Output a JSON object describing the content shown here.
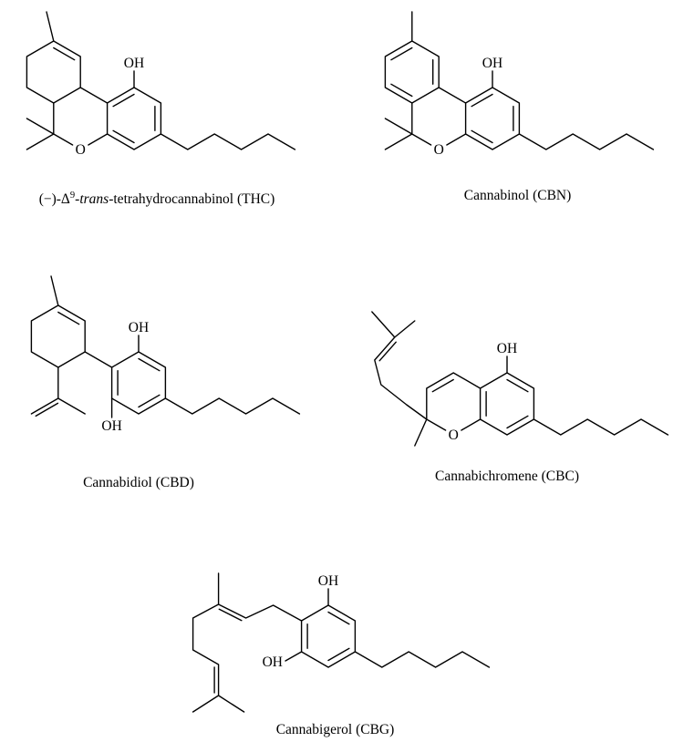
{
  "colors": {
    "ink": "#000000",
    "background": "#ffffff"
  },
  "molecules": {
    "thc": {
      "caption": {
        "pre": "(−)-Δ",
        "sup": "9",
        "mid": "-",
        "it": "trans",
        "post": "-tetrahydrocannabinol (THC)"
      },
      "caption_full": "(−)-Δ9-trans-tetrahydrocannabinol (THC)",
      "atoms": {
        "oh": "OH",
        "o": "O"
      }
    },
    "cbn": {
      "caption": {
        "text": "Cannabinol (CBN)"
      },
      "atoms": {
        "oh": "OH",
        "o": "O"
      }
    },
    "cbd": {
      "caption": {
        "text": "Cannabidiol (CBD)"
      },
      "atoms": {
        "oh_top": "OH",
        "oh_bottom": "OH"
      }
    },
    "cbc": {
      "caption": {
        "text": "Cannabichromene (CBC)"
      },
      "atoms": {
        "oh": "OH",
        "o": "O"
      }
    },
    "cbg": {
      "caption": {
        "text": "Cannabigerol (CBG)"
      },
      "atoms": {
        "oh_top": "OH",
        "oh_left": "OH"
      }
    }
  }
}
